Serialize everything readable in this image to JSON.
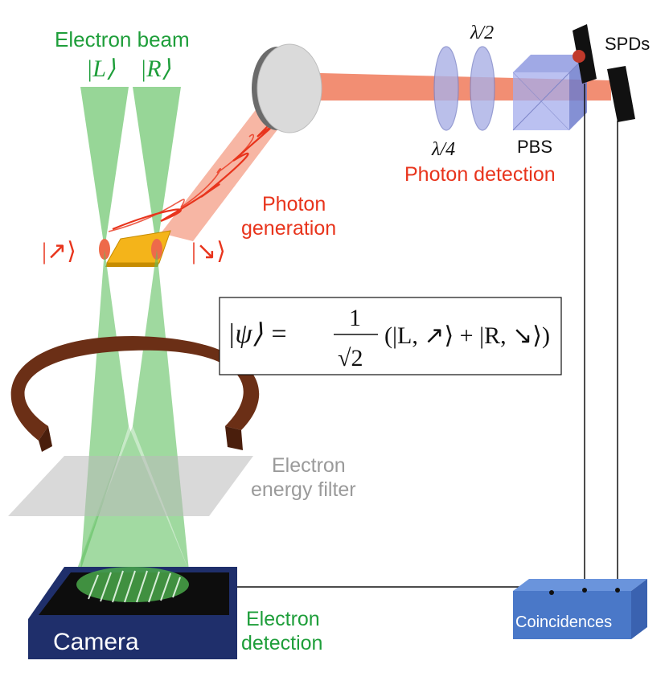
{
  "labels": {
    "electron_beam": "Electron beam",
    "ket_L": "|L⟩",
    "ket_R": "|R⟩",
    "photon_generation_line1": "Photon",
    "photon_generation_line2": "generation",
    "lambda_half": "λ/2",
    "lambda_quarter": "λ/4",
    "pbs": "PBS",
    "spds": "SPDs",
    "photon_detection": "Photon detection",
    "polarization_left": "|↗⟩",
    "polarization_right": "|↘⟩",
    "energy_filter_line1": "Electron",
    "energy_filter_line2": "energy filter",
    "camera": "Camera",
    "electron_detection_line1": "Electron",
    "electron_detection_line2": "detection",
    "coincidences": "Coincidences"
  },
  "equation": {
    "lhs": "|ψ⟩ =",
    "numerator": "1",
    "denominator": "√2",
    "rhs": "(|L, ↗⟩ + |R, ↘⟩)"
  },
  "colors": {
    "electron_green": "#1e9e3a",
    "beam_green": "#5fc05f",
    "photon_red": "#e8341c",
    "laser_orange": "#f07a5a",
    "magnet_brown": "#6b2f16",
    "filter_gray": "#b9b9b9",
    "camera_navy": "#1f2f6b",
    "box_blue": "#4a78c8",
    "optic_lavender": "#aab0e6",
    "sample_gold": "#f4b41a"
  }
}
